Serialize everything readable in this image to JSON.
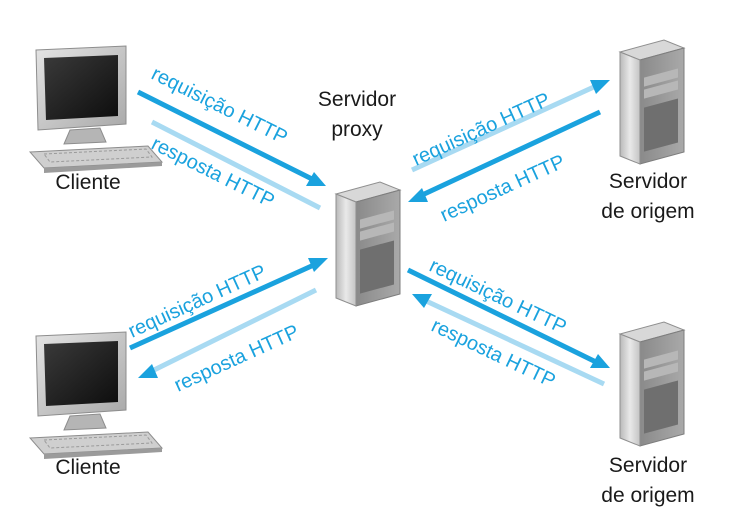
{
  "nodes": {
    "client_top": {
      "label": "Cliente"
    },
    "client_bottom": {
      "label": "Cliente"
    },
    "proxy": {
      "label_line1": "Servidor",
      "label_line2": "proxy"
    },
    "origin_top": {
      "label_line1": "Servidor",
      "label_line2": "de origem"
    },
    "origin_bottom": {
      "label_line1": "Servidor",
      "label_line2": "de origem"
    }
  },
  "messages": {
    "request": "requisição HTTP",
    "response": "resposta HTTP"
  },
  "colors": {
    "dark_arrow": "#1aa2de",
    "light_arrow": "#a8daf2",
    "text_blue": "#1aa2de"
  }
}
